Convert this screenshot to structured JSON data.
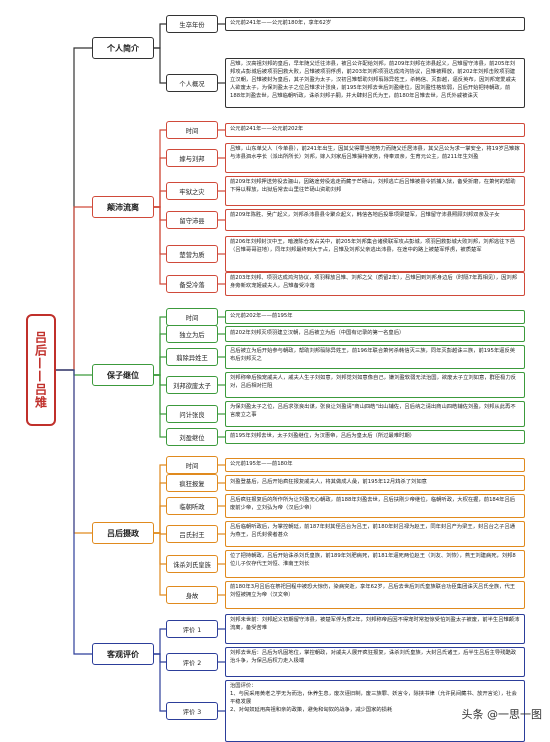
{
  "title": "吕后——吕雉",
  "colors": {
    "root": "#c0302b",
    "personal": "#333333",
    "hardship": "#d04a3a",
    "protect": "#3c9a3c",
    "regency": "#e08a1e",
    "evaluation": "#2c3e9a"
  },
  "sections": [
    {
      "label": "个人简介",
      "items": [
        {
          "label": "生卒年份",
          "text": "公元前241年——公元前180年，享年62岁"
        },
        {
          "label": "个人概况",
          "text": "吕雉，汉高祖刘邦的皇后，早年随父迁往沛县，被吕公许配给刘邦，前209年刘邦在沛县起义，吕雉留守沛县，前205年刘邦攻占彭城后被项羽回救大败，吕雉被项羽俘虏，前203年刘邦项羽达成鸿沟协议，吕雉被释放，前202年刘邦击败项羽建立汉朝，吕雉被封为皇后，其子刘盈为太子，汉初吕雉帮助刘邦翦除异姓王，杀韩信、灭彭越，逼反英布，因刘邦宠爱戚夫人欲废太子，为保刘盈太子之位吕雉求计张良，前195年刘邦去世后刘盈继位，因刘盈性格软弱，吕后开始把持朝政，前188年刘盈去世，吕雉临朝听政，诛杀刘邦子嗣，并大肆封吕氏为王，前180年吕雉去世，吕氏外戚被诛灭"
        }
      ]
    },
    {
      "label": "颠沛流离",
      "items": [
        {
          "label": "时间",
          "text": "公元前241年——公元前202年"
        },
        {
          "label": "嫁与刘邦",
          "text": "吕雉，山东单父人（今单县），前241年出生，因其父得罪当地势力而随父迁居沛县，其父吕公为求一掌安全，将19岁吕雉嫁与沛县泗水亭长（派出所所长）刘邦，嫁入刘家后吕雉操持家务，侍奉双亲，生育元公主，前211年生刘盈"
        },
        {
          "label": "牢狱之灾",
          "text": "前209年刘邦押送劳役去骊山，因路途劳役逃走而藏于芒砀山，刘邦逃亡后吕雉被县令抓捕入狱，备受折磨，在萧何的帮助下得以释放，出狱后常去山里往芒砀山资助刘邦"
        },
        {
          "label": "留守沛县",
          "text": "前209年陈胜、吴广起义，刘邦杀沛县县令聚众起义，韩信各地后投靠项梁楚军，吕雉留守沛县照顾刘邦双亲及子女"
        },
        {
          "label": "楚营为质",
          "text": "前206年刘邦封汉中王，暗渡陈仓攻占关中，前205年刘邦集合诸侯联军攻占彭城，项羽回救彭城大败刘邦，刘邦逃往下邑（吕雉哥哥驻地），同年刘邦最终到大于占，吕雉及刘邦父亲逃出沛县，在途中的路上被楚军俘虏，被质楚军"
        },
        {
          "label": "备受冷落",
          "text": "前203年刘邦、项羽达成鸿沟协议，项羽释放吕雉、刘邦之父（质留2年），吕雉回到刘邦身边后（时隔7年再相见），因刘邦身旁新欢宠姬戚夫人，吕雉备受冷落"
        }
      ]
    },
    {
      "label": "保子继位",
      "items": [
        {
          "label": "时间",
          "text": "公元前202年——前195年"
        },
        {
          "label": "独立为后",
          "text": "前202年刘邦灭项羽建立汉朝，吕后被立为后（中国有记录的第一名皇后）"
        },
        {
          "label": "翦除异姓王",
          "text": "吕后被立为后开始参与朝政，帮助刘邦翦除异姓王，前196年联合萧何杀韩信灭三族，同年灭彭越诛三族，前195年逼反英布后刘邦灭之"
        },
        {
          "label": "刘邦欲废太子",
          "text": "刘邦称帝后独宠戚夫人，戚夫人生子刘如意，刘邦觉刘如意像自己，嫌刘盈软弱无法治国，欲废太子立刘如意，群臣极力反对，吕后相对拦阻"
        },
        {
          "label": "问计张良",
          "text": "为保刘盈太子之位，吕后求张良出谋，张良让刘盈请\"商山四皓\"出山辅佐，吕后纳之请出商山四皓辅佐刘盈，刘邦从此再不言废立之事"
        },
        {
          "label": "刘盈继位",
          "text": "前195年刘邦去世，太子刘盈继位，为汉惠帝，吕后为皇太后（所过最难时期）"
        }
      ]
    },
    {
      "label": "吕后摄政",
      "items": [
        {
          "label": "时间",
          "text": "公元前195年——前180年"
        },
        {
          "label": "疯狂报复",
          "text": "刘盈登基后，吕后开始疯狂报复戚夫人，将其做成人彘，前195年12月鸩杀了刘如意"
        },
        {
          "label": "临朝听政",
          "text": "吕后疯狂报复后的所作所为让刘盈无心朝政，前188年刘盈去世，吕后扶刚少帝继位，临朝听政，大权在握，前184年吕后废前少帝，立刘弘为帝（汉后少帝）"
        },
        {
          "label": "吕氏封王",
          "text": "吕后临朝听政后，为掌控朝廷，前187年封其侄吕台为吕王，前180年封吕禄为赵王，同年封吕产为梁王，封吕台之子吕通为燕王，吕氏封侯者甚众"
        },
        {
          "label": "诛杀刘氏皇族",
          "text": "位了把持朝政，吕后开始诛杀刘氏皇族，前189年刘肥病死，前181年逼死两位赵王（刘友、刘恢），燕王刘建病死，刘邦8位儿子仅存代王刘恒、淮南王刘长"
        },
        {
          "label": "身故",
          "text": "前180年3月吕后在祭祀回程中被恐大惊伤，染病突逝，享年62岁，吕后去世后刘氏皇族联合功臣集团诛灭吕氏全族，代王刘恒被拥立为帝（汉文帝）"
        }
      ]
    },
    {
      "label": "客观评价",
      "items": [
        {
          "label": "评价 1",
          "text": "刘邦未世前：刘邦起义初期留守沛县，被楚军俘为质2年，刘邦称帝后因不得宠时常担惊受怕刘盈太子被废，前半生吕雉颠沛流离，备受苦难"
        },
        {
          "label": "评价 2",
          "text": "刘邦去世后：吕后为巩固地位，掌控朝政，对戚夫人展开疯狂报复，诛杀刘氏皇族，大封吕氏诸王，后半生吕后主导残酷政治斗争，为保吕后权力走入极端"
        },
        {
          "label": "评价 3",
          "text": "治国评价：\n1、与民采用黄老之学无为而治，休养生息，废次诬旧制，废三族罪、妖言令，除挟书律（允许民间藏书、放开言论），社会平稳发展\n2、对匈奴延用高祖和亲的政策，避免和匈奴的战争，减少国家的损耗"
        }
      ]
    }
  ],
  "watermark": "头条 @一思一图"
}
